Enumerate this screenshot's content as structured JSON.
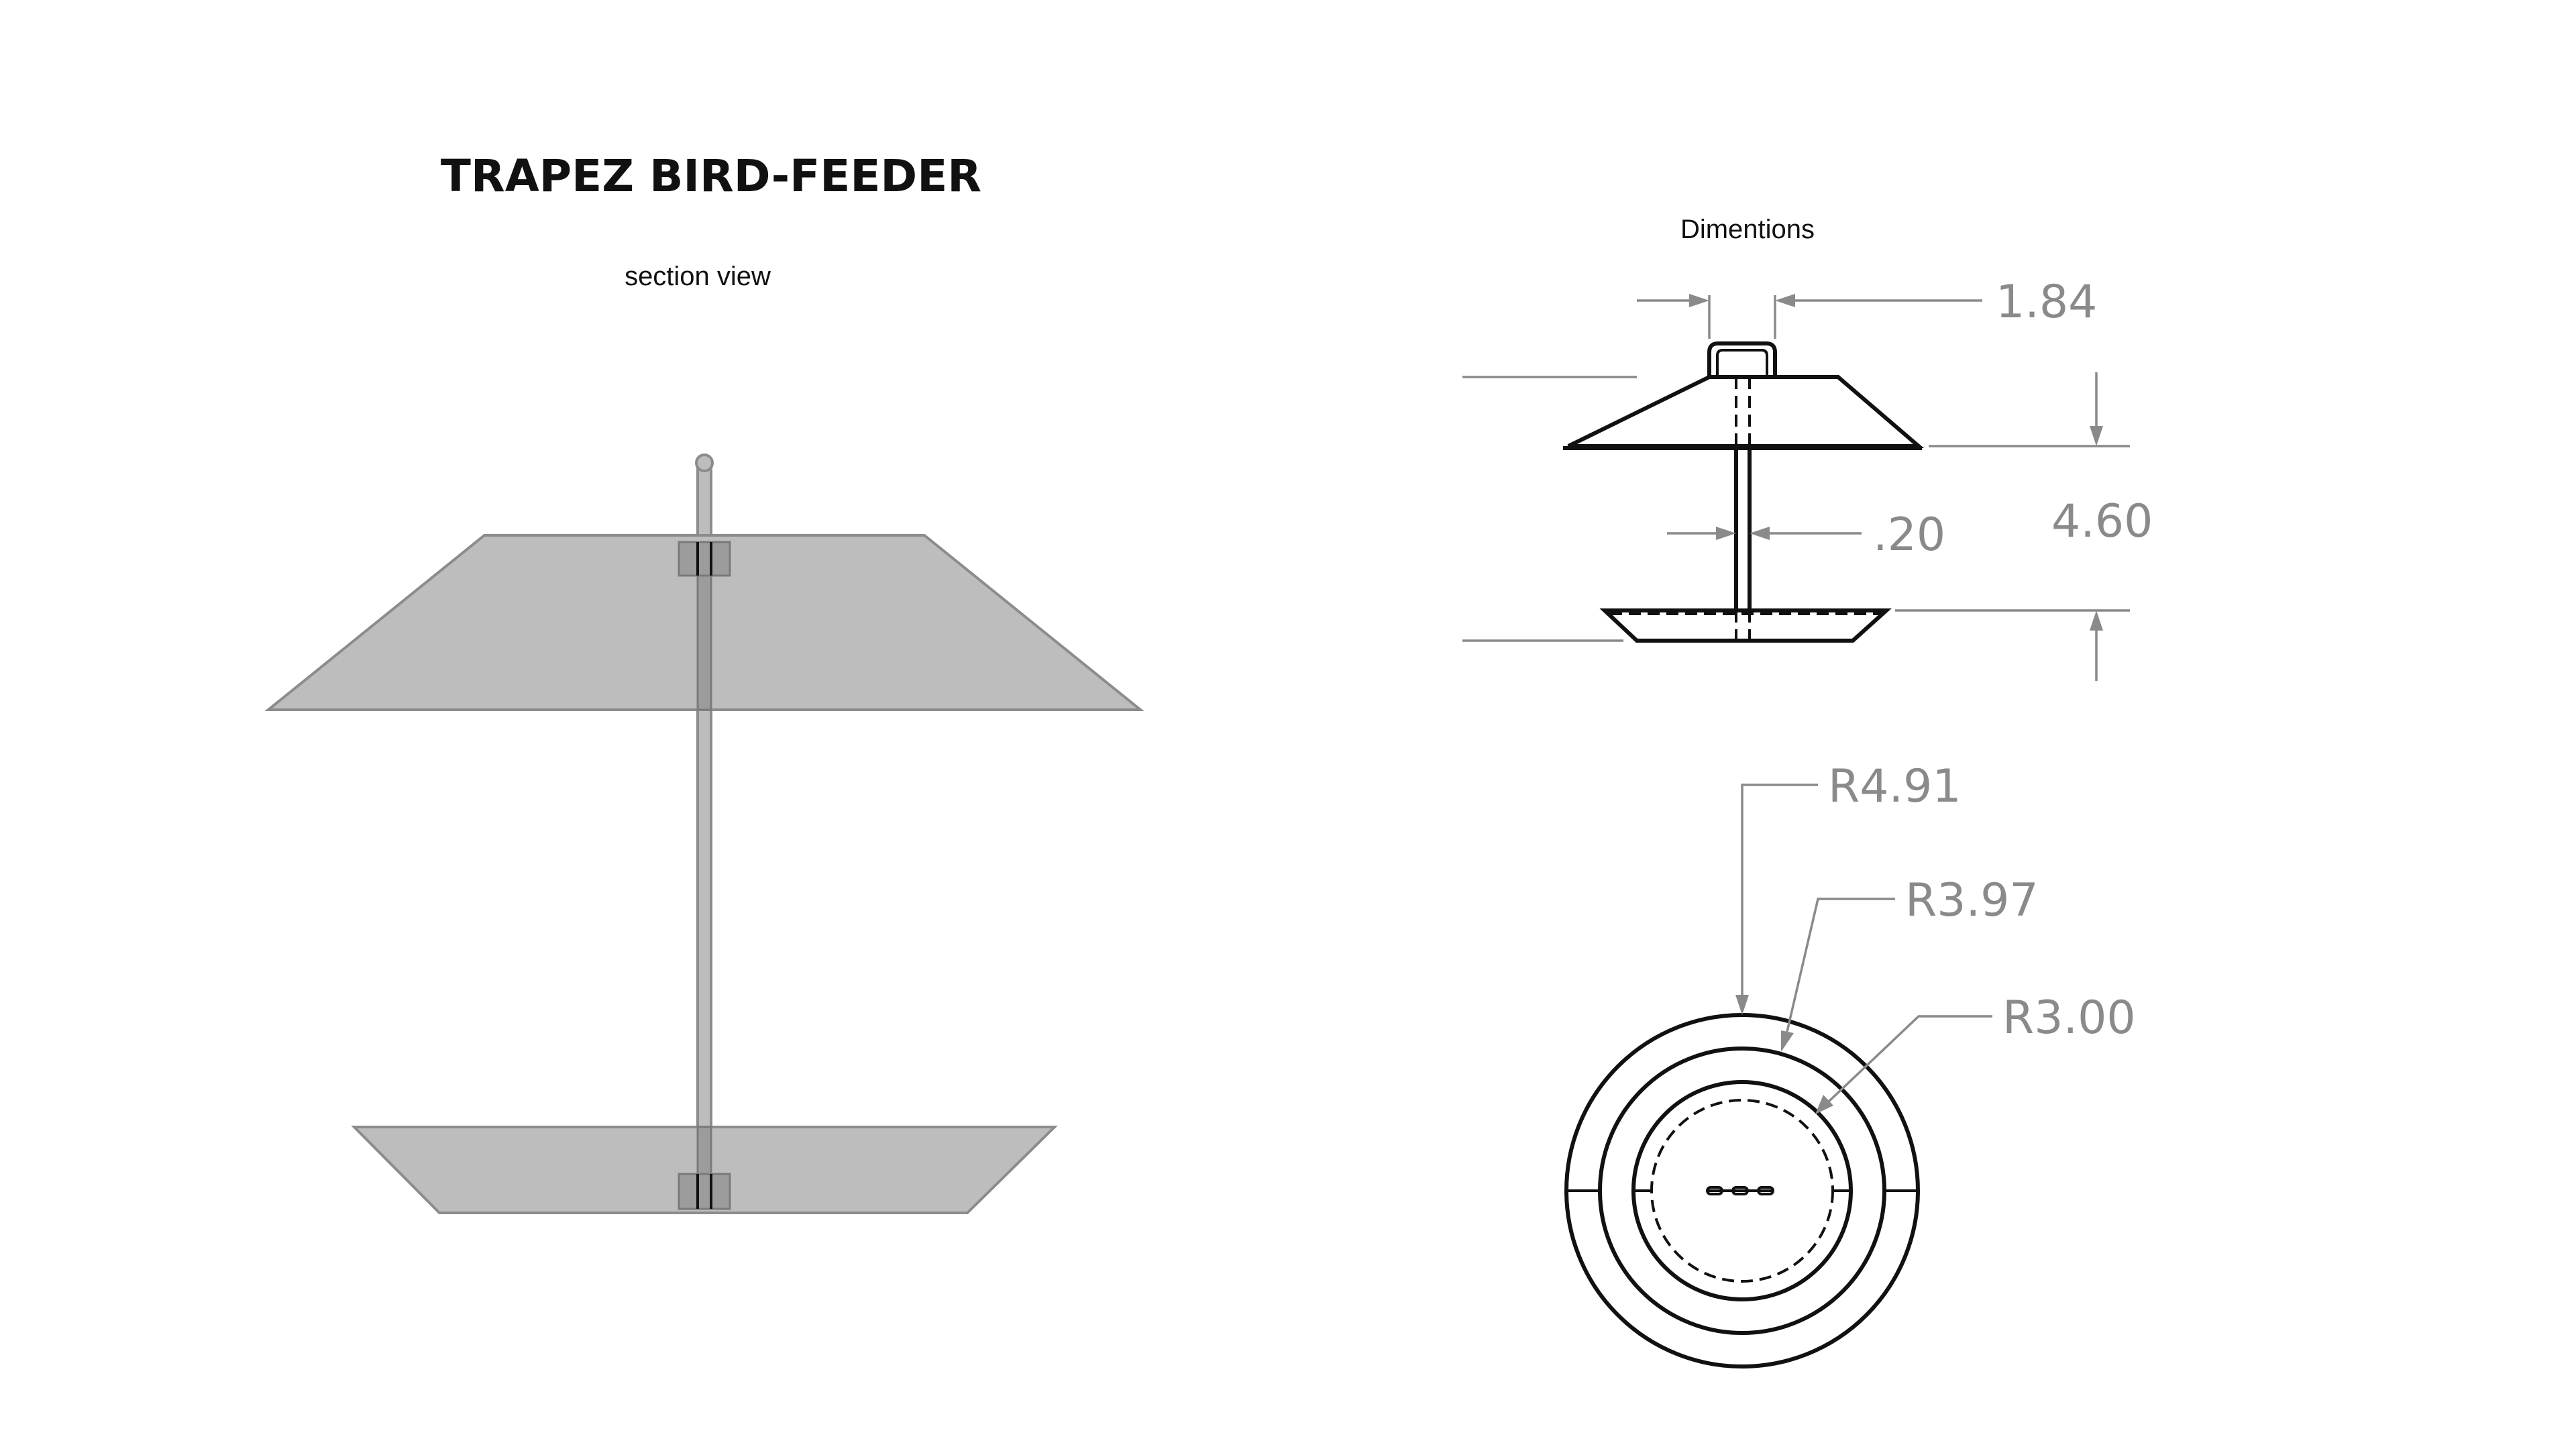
{
  "title": "TRAPEZ BIRD-FEEDER",
  "section_view_label": "section view",
  "dimensions_label": "Dimentions",
  "dimensions": {
    "cap_width": "1.84",
    "pole_width": ".20",
    "height": "4.60",
    "radius_outer": "R4.91",
    "radius_middle": "R3.97",
    "radius_inner": "R3.00"
  },
  "colors": {
    "section_fill": "#bdbdbd",
    "section_stroke": "#8c8c8c",
    "drawing_line": "#111111",
    "dimension_gray": "#8a8a8a"
  }
}
